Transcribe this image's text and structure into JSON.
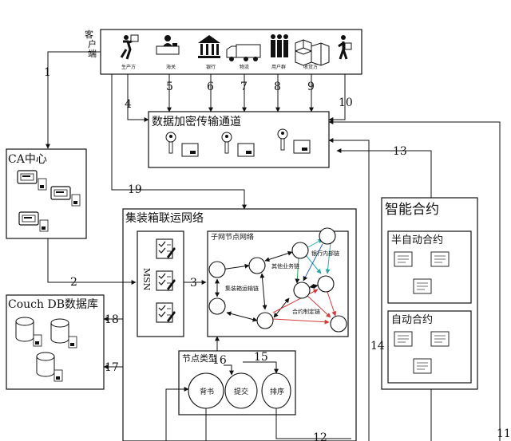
{
  "client": {
    "label_chars": [
      "客",
      "户",
      "端"
    ],
    "icon_captions": [
      "生产方",
      "海关",
      "银行",
      "物流",
      "用户群",
      "收货方"
    ],
    "icons": [
      "producer-icon",
      "customs-desk-icon",
      "bank-icon",
      "truck-icon",
      "people-group-icon",
      "warehouse-boxes-icon",
      "receiver-icon"
    ]
  },
  "arrow_numbers": {
    "n1": "1",
    "n2": "2",
    "n3": "3",
    "n4": "4",
    "n5": "5",
    "n6": "6",
    "n7": "7",
    "n8": "8",
    "n9": "9",
    "n10": "10",
    "n11": "11",
    "n12": "12",
    "n13": "13",
    "n14": "14",
    "n15": "15",
    "n16": "16",
    "n17": "17",
    "n18": "18",
    "n19": "19"
  },
  "encrypted_channel": {
    "title": "数据加密传输通道",
    "icons": [
      "key-card-icon",
      "key-card-icon",
      "key-card-icon"
    ]
  },
  "ca_center": {
    "title": "CA中心",
    "icons": [
      "id-card-icon",
      "id-card-icon",
      "id-card-icon"
    ]
  },
  "couchdb": {
    "title": "Couch DB数据库",
    "icons": [
      "database-cylinder-icon",
      "database-cylinder-icon",
      "database-cylinder-icon"
    ]
  },
  "container_network": {
    "title": "集装箱联运网络",
    "msn_label": "MSN",
    "subnet": {
      "title": "子网节点网络",
      "labels": {
        "container_chain": "集装箱运输链",
        "business_chain": "其他业务链",
        "internal_chain": "银行内部链",
        "contract_chain": "合约制定链"
      }
    },
    "node_types": {
      "title": "节点类型",
      "items": [
        "背书",
        "提交",
        "排序"
      ]
    }
  },
  "smart_contract": {
    "title": "智能合约",
    "semi_auto": "半自动合约",
    "auto": "自动合约"
  },
  "colors": {
    "line": "#111111",
    "teal_link": "#2aa6a6",
    "red_link": "#d23a3a",
    "green_link": "#2e9e55",
    "blue_link": "#2e5fc8"
  }
}
